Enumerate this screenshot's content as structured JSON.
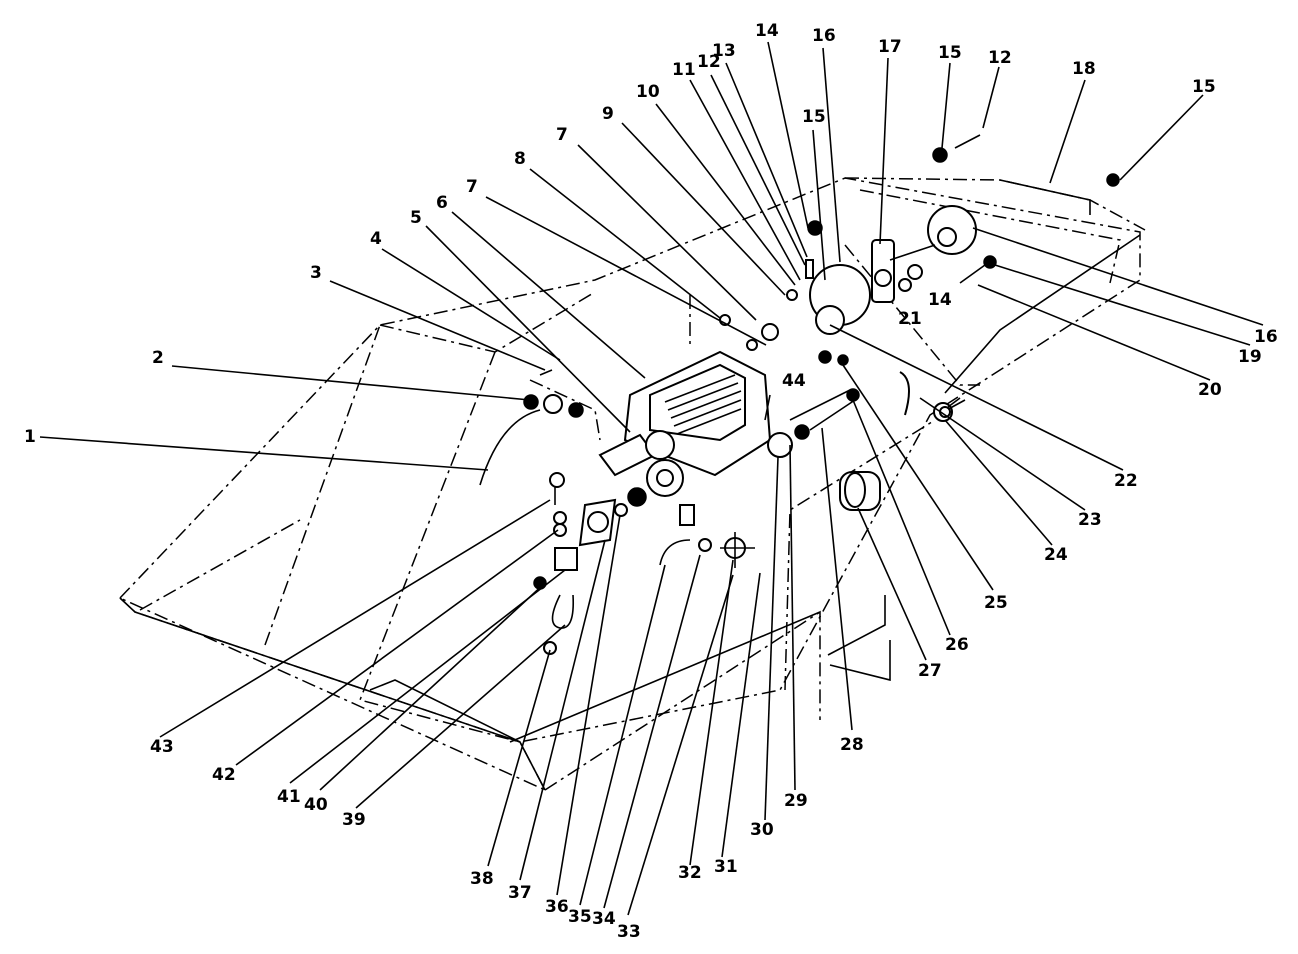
{
  "figure": {
    "type": "exploded-parts-diagram",
    "callouts": [
      {
        "id": "c1",
        "label": "1"
      },
      {
        "id": "c2",
        "label": "2"
      },
      {
        "id": "c3",
        "label": "3"
      },
      {
        "id": "c4",
        "label": "4"
      },
      {
        "id": "c5",
        "label": "5"
      },
      {
        "id": "c6",
        "label": "6"
      },
      {
        "id": "c7a",
        "label": "7"
      },
      {
        "id": "c7b",
        "label": "7"
      },
      {
        "id": "c8",
        "label": "8"
      },
      {
        "id": "c9",
        "label": "9"
      },
      {
        "id": "c10",
        "label": "10"
      },
      {
        "id": "c11",
        "label": "11"
      },
      {
        "id": "c12a",
        "label": "12"
      },
      {
        "id": "c12b",
        "label": "12"
      },
      {
        "id": "c13",
        "label": "13"
      },
      {
        "id": "c14a",
        "label": "14"
      },
      {
        "id": "c14b",
        "label": "14"
      },
      {
        "id": "c15a",
        "label": "15"
      },
      {
        "id": "c15b",
        "label": "15"
      },
      {
        "id": "c15c",
        "label": "15"
      },
      {
        "id": "c16a",
        "label": "16"
      },
      {
        "id": "c16b",
        "label": "16"
      },
      {
        "id": "c17",
        "label": "17"
      },
      {
        "id": "c18",
        "label": "18"
      },
      {
        "id": "c19",
        "label": "19"
      },
      {
        "id": "c20",
        "label": "20"
      },
      {
        "id": "c21",
        "label": "21"
      },
      {
        "id": "c22",
        "label": "22"
      },
      {
        "id": "c23",
        "label": "23"
      },
      {
        "id": "c24",
        "label": "24"
      },
      {
        "id": "c25",
        "label": "25"
      },
      {
        "id": "c26",
        "label": "26"
      },
      {
        "id": "c27",
        "label": "27"
      },
      {
        "id": "c28",
        "label": "28"
      },
      {
        "id": "c29",
        "label": "29"
      },
      {
        "id": "c30",
        "label": "30"
      },
      {
        "id": "c31",
        "label": "31"
      },
      {
        "id": "c32",
        "label": "32"
      },
      {
        "id": "c33",
        "label": "33"
      },
      {
        "id": "c34",
        "label": "34"
      },
      {
        "id": "c35",
        "label": "35"
      },
      {
        "id": "c36",
        "label": "36"
      },
      {
        "id": "c37",
        "label": "37"
      },
      {
        "id": "c38",
        "label": "38"
      },
      {
        "id": "c39",
        "label": "39"
      },
      {
        "id": "c40",
        "label": "40"
      },
      {
        "id": "c41",
        "label": "41"
      },
      {
        "id": "c42",
        "label": "42"
      },
      {
        "id": "c43",
        "label": "43"
      },
      {
        "id": "c44",
        "label": "44"
      }
    ]
  }
}
